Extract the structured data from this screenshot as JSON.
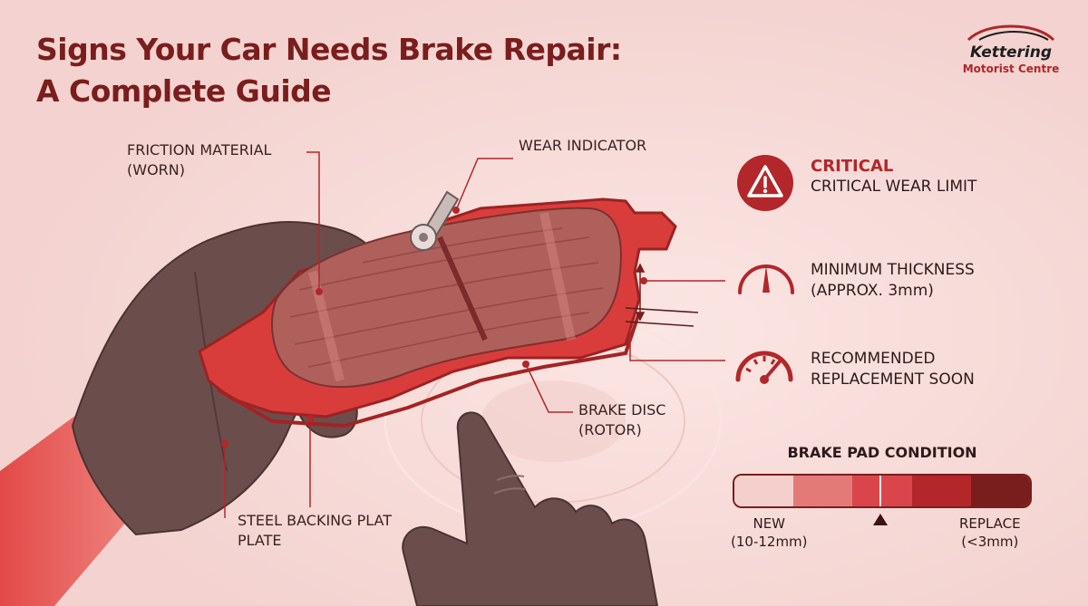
{
  "title": {
    "line1": "Signs Your Car Needs Brake Repair:",
    "line2": "A Complete Guide"
  },
  "logo": {
    "line1": "Kettering",
    "line2": "Motorist Centre"
  },
  "callouts": {
    "friction": {
      "line1": "FRICTION MATERIAL",
      "line2": "(WORN)"
    },
    "wear": {
      "line1": "WEAR INDICATOR"
    },
    "disc": {
      "line1": "BRAKE DISC",
      "line2": "(ROTOR)"
    },
    "backing": {
      "line1": "STEEL BACKING PLAT",
      "line2": "PLATE"
    }
  },
  "status": {
    "critical": {
      "title": "CRITICAL",
      "text": "CRITICAL WEAR LIMIT",
      "icon": "warning-triangle-icon"
    },
    "minimum": {
      "line1": "MINIMUM THICKNESS",
      "line2": "(APPROX. 3mm)",
      "icon": "gauge-icon"
    },
    "replacement": {
      "line1": "RECOMMENDED",
      "line2": "REPLACEMENT SOON",
      "icon": "speedometer-icon"
    }
  },
  "condition": {
    "title": "BRAKE PAD CONDITION",
    "new_label": {
      "line1": "NEW",
      "line2": "(10-12mm)"
    },
    "replace_label": {
      "line1": "REPLACE",
      "line2": "(<3mm)"
    },
    "segments": [
      "#f5cfcc",
      "#e47a78",
      "#d9454a",
      "#b3262a",
      "#7a1d1d"
    ],
    "indicator_fraction": 0.5
  },
  "colors": {
    "accent": "#b3262a",
    "title": "#7a1d1d",
    "background": "#f5d9d6"
  }
}
